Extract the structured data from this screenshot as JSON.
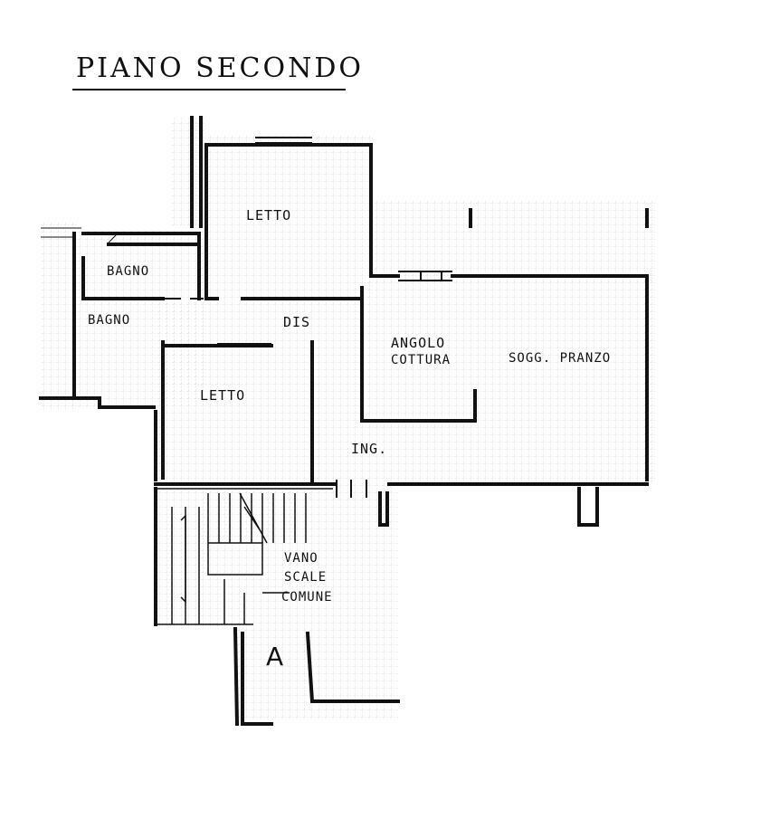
{
  "title": "PIANO SECONDO",
  "rooms": {
    "letto_top": "LETTO",
    "bagno_upper": "BAGNO",
    "bagno_lower": "BAGNO",
    "dis": "DIS",
    "letto_bottom": "LETTO",
    "angolo": "ANGOLO",
    "cottura": "COTTURA",
    "soggiorno_pranzo": "SOGG. PRANZO",
    "ingresso": "ING.",
    "vano": "VANO",
    "scale": "SCALE",
    "comune": "COMUNE",
    "section_marker": "A"
  },
  "colors": {
    "ink": "#111111",
    "grid": "#c8c8c8",
    "paper": "#ffffff"
  }
}
